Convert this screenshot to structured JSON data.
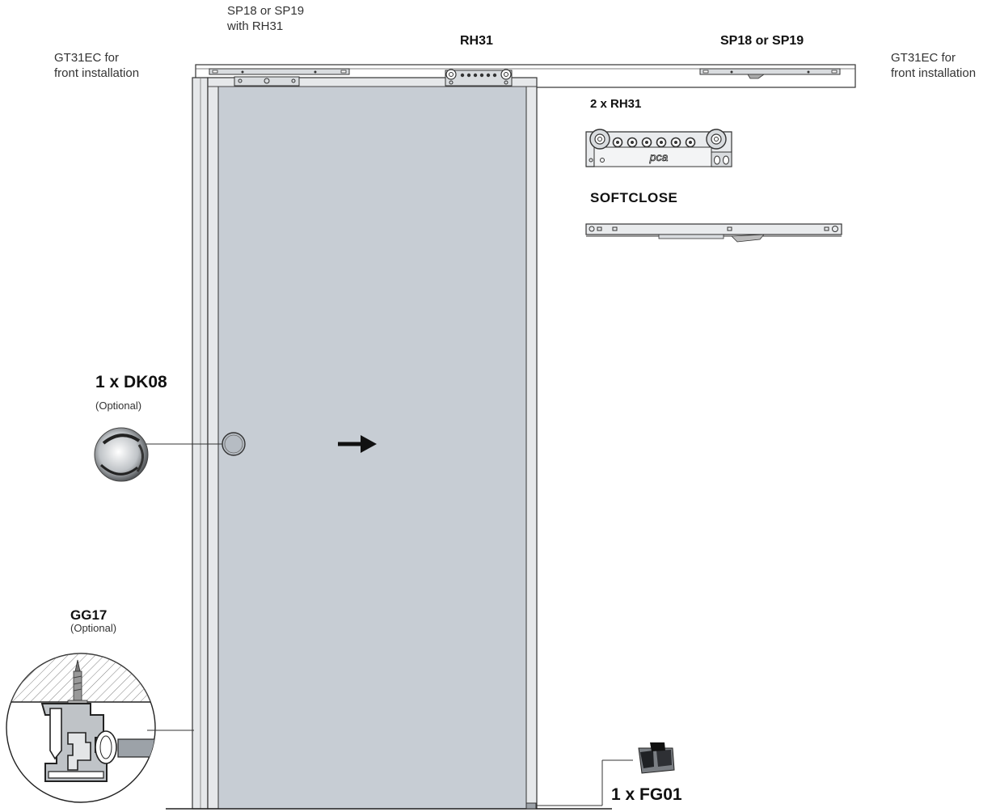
{
  "labels": {
    "sp_with_rh31_line1": "SP18 or SP19",
    "sp_with_rh31_line2": "with RH31",
    "rh31_top": "RH31",
    "sp_right": "SP18 or SP19",
    "gt31ec_left_line1": "GT31EC for",
    "gt31ec_left_line2": "front installation",
    "gt31ec_right_line1": "GT31EC for",
    "gt31ec_right_line2": "front installation",
    "rh31_detail": "2 x RH31",
    "softclose": "SOFTCLOSE",
    "dk08_title": "1 x DK08",
    "dk08_note": "(Optional)",
    "gg17_title": "GG17",
    "gg17_note": "(Optional)",
    "fg01_title": "1 x FG01",
    "brand_mark": "pca"
  },
  "colors": {
    "door_fill": "#c7cdd4",
    "frame_fill": "#e6e8ea",
    "line": "#333333",
    "hardware_fill": "#d9dcdf"
  },
  "icons": {
    "direction": "arrow-right-icon",
    "handle": "circle-handle-icon"
  }
}
